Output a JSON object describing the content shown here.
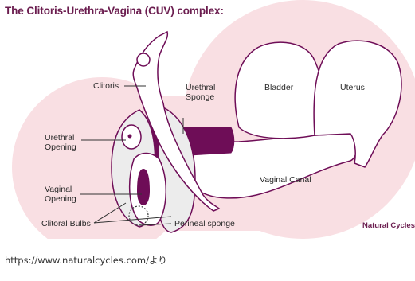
{
  "title": "The Clitoris-Urethra-Vagina (CUV) complex:",
  "labels": {
    "clitoris": "Clitoris",
    "urethral_sponge_1": "Urethral",
    "urethral_sponge_2": "Sponge",
    "bladder": "Bladder",
    "uterus": "Uterus",
    "urethral_opening_1": "Urethral",
    "urethral_opening_2": "Opening",
    "vaginal_opening_1": "Vaginal",
    "vaginal_opening_2": "Opening",
    "vaginal_canal": "Vaginal Canal",
    "clitoral_bulbs": "Clitoral Bulbs",
    "perineal_sponge": "Perineal sponge"
  },
  "brand": "Natural Cycles",
  "source": "https://www.naturalcycles.com/より",
  "colors": {
    "title": "#6b1d4f",
    "pink_background": "#f9dfe3",
    "dark_purple": "#6e0d57",
    "outline": "#6e0d57",
    "bulb_fill": "#ececec"
  }
}
